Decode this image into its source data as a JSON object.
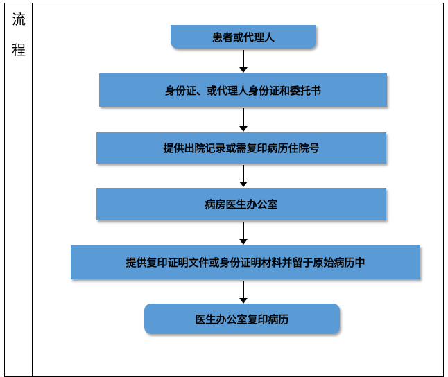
{
  "label": [
    "流",
    "程"
  ],
  "steps": [
    "患者或代理人",
    "身份证、或代理人身份证和委托书",
    "提供出院记录或需复印病历住院号",
    "病房医生办公室",
    "提供复印证明文件或身份证明材料并留于原始病历中",
    "医生办公室复印病历"
  ],
  "colors": {
    "box_fill": "#5b9bd5",
    "border": "#000000"
  }
}
